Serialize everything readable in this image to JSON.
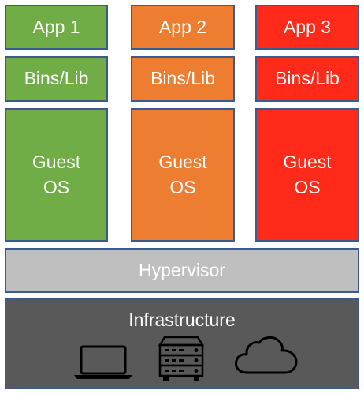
{
  "colors": {
    "app1": "#70ad47",
    "app2": "#ed7d31",
    "app3": "#ff2a1a",
    "hypervisor": "#bfbfbf",
    "infrastructure": "#595959",
    "border": "#3d5a8a"
  },
  "columns": [
    {
      "app": "App 1",
      "bins": "Bins/Lib",
      "guest_os": "Guest\nOS"
    },
    {
      "app": "App 2",
      "bins": "Bins/Lib",
      "guest_os": "Guest\nOS"
    },
    {
      "app": "App 3",
      "bins": "Bins/Lib",
      "guest_os": "Guest\nOS"
    }
  ],
  "hypervisor": {
    "label": "Hypervisor"
  },
  "infrastructure": {
    "label": "Infrastructure",
    "icons": [
      "laptop-icon",
      "server-icon",
      "cloud-icon"
    ]
  }
}
